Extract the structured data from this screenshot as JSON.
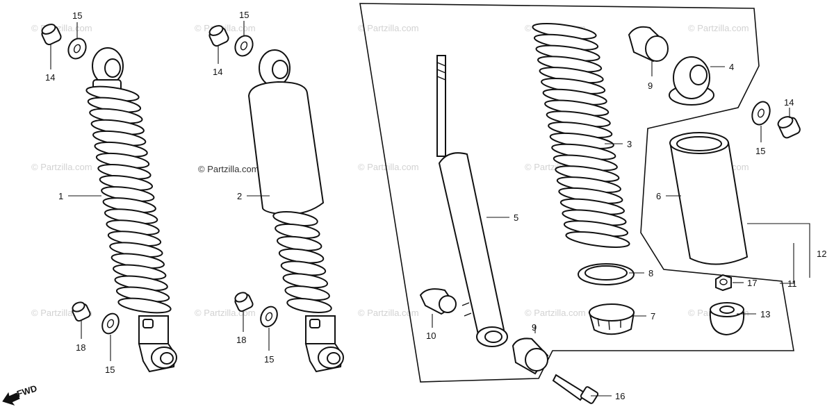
{
  "watermark": "© Partzilla.com",
  "direction": "FWD",
  "callouts": {
    "c1": "1",
    "c2": "2",
    "c3": "3",
    "c4": "4",
    "c5": "5",
    "c6": "6",
    "c7": "7",
    "c8": "8",
    "c9a": "9",
    "c9b": "9",
    "c10": "10",
    "c11": "11",
    "c12": "12",
    "c13": "13",
    "c14a": "14",
    "c14b": "14",
    "c14c": "14",
    "c15a": "15",
    "c15b": "15",
    "c15c": "15",
    "c15d": "15",
    "c15e": "15",
    "c16": "16",
    "c17": "17",
    "c18a": "18",
    "c18b": "18"
  }
}
